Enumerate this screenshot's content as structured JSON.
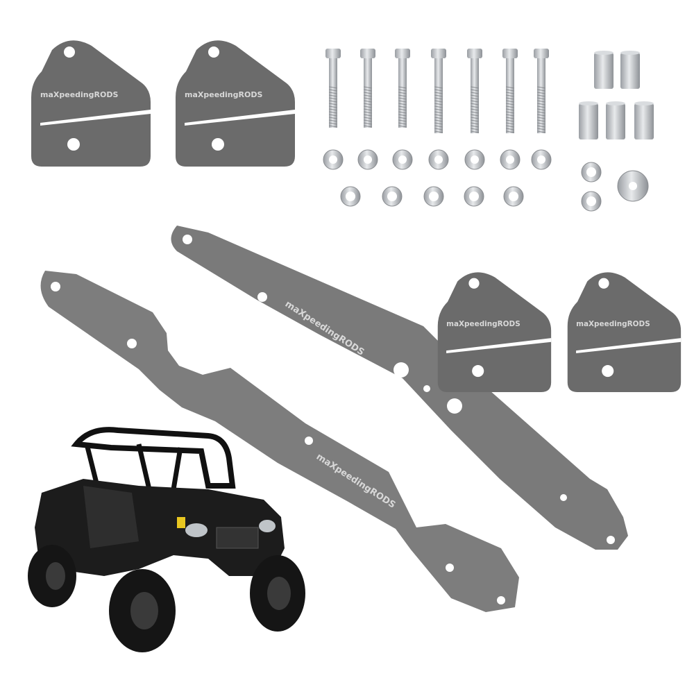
{
  "brand_logo": "maXpeedingRODS",
  "product": {
    "colors": {
      "plate": "#6b6b6b",
      "bar": "#777777",
      "steel": "#c9ccd0",
      "vehicle": "#1c1c1c",
      "background": "#ffffff"
    },
    "bolt_count": 7,
    "nut_count": 7,
    "washer_count": 5,
    "spacer_count": 5
  }
}
